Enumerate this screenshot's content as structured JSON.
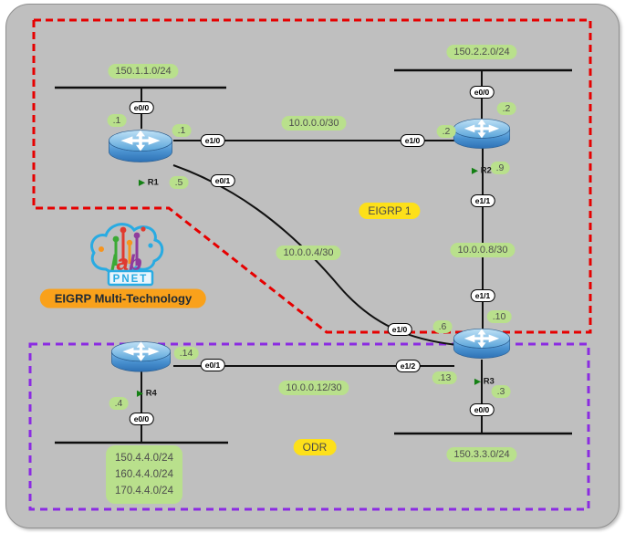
{
  "title": {
    "label": "EIGRP Multi-Technology"
  },
  "logo": {
    "lab_letters": [
      "l",
      "a",
      "b"
    ],
    "pnet": "PNET"
  },
  "zones": {
    "eigrp1": {
      "label": "EIGRP 1"
    },
    "odr": {
      "label": "ODR"
    }
  },
  "icons": {
    "router_marker": "▶"
  },
  "routers": {
    "r1": {
      "name": "R1"
    },
    "r2": {
      "name": "R2"
    },
    "r3": {
      "name": "R3"
    },
    "r4": {
      "name": "R4"
    }
  },
  "networks": {
    "lan_r1": {
      "label": "150.1.1.0/24"
    },
    "lan_r2": {
      "label": "150.2.2.0/24"
    },
    "lan_r3": {
      "label": "150.3.3.0/24"
    },
    "lan_r4_lines": [
      "150.4.4.0/24",
      "160.4.4.0/24",
      "170.4.4.0/24"
    ],
    "link_r1_r2": {
      "label": "10.0.0.0/30"
    },
    "link_r1_r3": {
      "label": "10.0.0.4/30"
    },
    "link_r2_r3": {
      "label": "10.0.0.8/30"
    },
    "link_r4_r3": {
      "label": "10.0.0.12/30"
    }
  },
  "interfaces": {
    "r1_e0_0": "e0/0",
    "r1_e1_0": "e1/0",
    "r1_e0_1": "e0/1",
    "r2_e0_0": "e0/0",
    "r2_e1_0": "e1/0",
    "r2_e1_1": "e1/1",
    "r3_e1_1": "e1/1",
    "r3_e1_0": "e1/0",
    "r3_e1_2": "e1/2",
    "r3_e0_0": "e0/0",
    "r4_e0_1": "e0/1",
    "r4_e0_0": "e0/0"
  },
  "addresses": {
    "r1_lan": ".1",
    "r1_to_r2": ".1",
    "r1_to_r3": ".5",
    "r2_to_r1": ".2",
    "r2_lan": ".2",
    "r2_to_r3": ".9",
    "r3_to_r2": ".10",
    "r3_to_r1": ".6",
    "r3_to_r4": ".13",
    "r3_lan": ".3",
    "r4_to_r3": ".14",
    "r4_lan": ".4"
  },
  "colors": {
    "canvas_bg": "#bfbfbf",
    "eigrp_zone_border": "#e60000",
    "odr_zone_border": "#8b2be2",
    "net_pill_bg": "#b9e08c",
    "zone_pill_bg": "#fde01a",
    "title_pill_bg": "#f9a11b",
    "router_blue": "#3f8cc9",
    "logo_blue": "#29abe2"
  }
}
